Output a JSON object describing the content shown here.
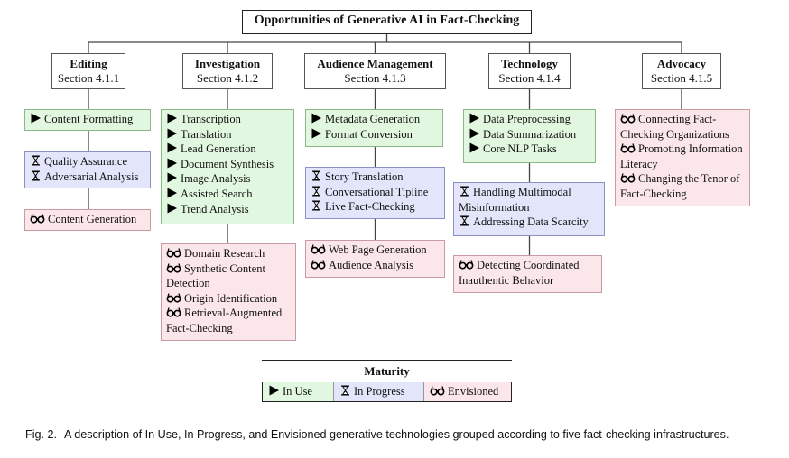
{
  "root": "Opportunities of Generative AI in Fact-Checking",
  "categories": [
    {
      "title": "Editing",
      "section": "Section 4.1.1",
      "groups": [
        {
          "status": "in_use",
          "items": [
            "Content Formatting"
          ]
        },
        {
          "status": "in_progress",
          "items": [
            "Quality Assurance",
            "Adversarial Analysis"
          ]
        },
        {
          "status": "envisioned",
          "items": [
            "Content Generation"
          ]
        }
      ]
    },
    {
      "title": "Investigation",
      "section": "Section 4.1.2",
      "groups": [
        {
          "status": "in_use",
          "items": [
            "Transcription",
            "Translation",
            "Lead Generation",
            "Document Synthesis",
            "Image Analysis",
            "Assisted Search",
            "Trend Analysis"
          ]
        },
        {
          "status": "envisioned",
          "items": [
            "Domain Research",
            "Synthetic Content Detection",
            "Origin Identification",
            "Retrieval-Augmented Fact-Checking"
          ]
        }
      ]
    },
    {
      "title": "Audience Management",
      "section": "Section 4.1.3",
      "groups": [
        {
          "status": "in_use",
          "items": [
            "Metadata Generation",
            "Format Conversion"
          ]
        },
        {
          "status": "in_progress",
          "items": [
            "Story Translation",
            "Conversational Tipline",
            "Live Fact-Checking"
          ]
        },
        {
          "status": "envisioned",
          "items": [
            "Web Page Generation",
            "Audience Analysis"
          ]
        }
      ]
    },
    {
      "title": "Technology",
      "section": "Section 4.1.4",
      "groups": [
        {
          "status": "in_use",
          "items": [
            "Data Preprocessing",
            "Data Summarization",
            "Core NLP Tasks"
          ]
        },
        {
          "status": "in_progress",
          "items": [
            "Handling Multimodal Misinformation",
            "Addressing Data Scarcity"
          ]
        },
        {
          "status": "envisioned",
          "items": [
            "Detecting Coordinated Inauthentic Behavior"
          ]
        }
      ]
    },
    {
      "title": "Advocacy",
      "section": "Section 4.1.5",
      "groups": [
        {
          "status": "envisioned",
          "items": [
            "Connecting Fact-Checking Organizations",
            "Promoting Information Literacy",
            "Changing the Tenor of Fact-Checking"
          ]
        }
      ]
    }
  ],
  "legend": {
    "title": "Maturity",
    "items": [
      {
        "status": "in_use",
        "label": "In Use"
      },
      {
        "status": "in_progress",
        "label": "In Progress"
      },
      {
        "status": "envisioned",
        "label": "Envisioned"
      }
    ]
  },
  "caption": {
    "label": "Fig. 2.",
    "text": "A description of In Use, In Progress, and Envisioned generative technologies grouped according to five fact-checking infrastructures."
  },
  "icons": {
    "in_use": "play-triangle-icon",
    "in_progress": "hourglass-icon",
    "envisioned": "glasses-icon"
  },
  "colors": {
    "in_use": "#e2f7df",
    "in_progress": "#e3e5fb",
    "envisioned": "#fbe6ea"
  }
}
